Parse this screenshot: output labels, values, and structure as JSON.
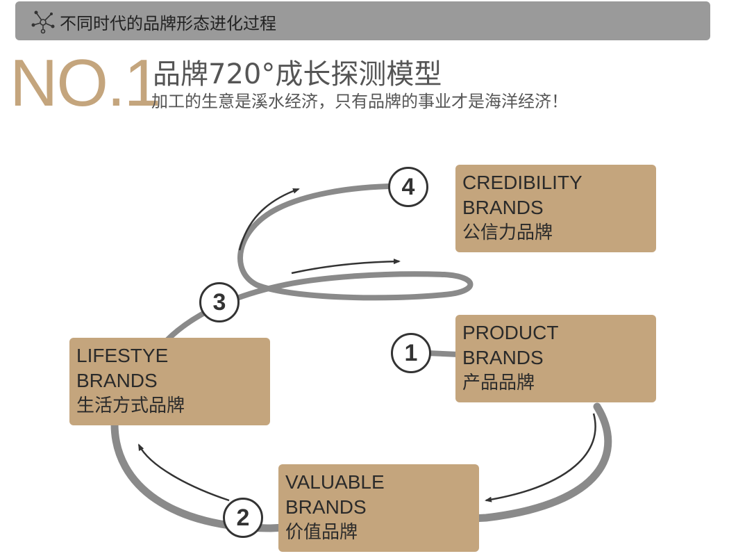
{
  "header": {
    "title": "不同时代的品牌形态进化过程",
    "icon": "network-icon"
  },
  "hero": {
    "number": "NO.1",
    "title": "品牌720°成长探测模型",
    "subtitle": "加工的生意是溪水经济，只有品牌的事业才是海洋经济！"
  },
  "stages": [
    {
      "step": "1",
      "line1": "PRODUCT",
      "line2": "BRANDS",
      "cn": "产品品牌"
    },
    {
      "step": "2",
      "line1": "VALUABLE",
      "line2": "BRANDS",
      "cn": "价值品牌"
    },
    {
      "step": "3",
      "line1": "LIFESTYE",
      "line2": "BRANDS",
      "cn": "生活方式品牌"
    },
    {
      "step": "4",
      "line1": "CREDIBILITY",
      "line2": "BRANDS",
      "cn": "公信力品牌"
    }
  ],
  "colors": {
    "accent": "#c4a57d",
    "header": "#9a9a9a",
    "loop": "#8a8a8a"
  }
}
